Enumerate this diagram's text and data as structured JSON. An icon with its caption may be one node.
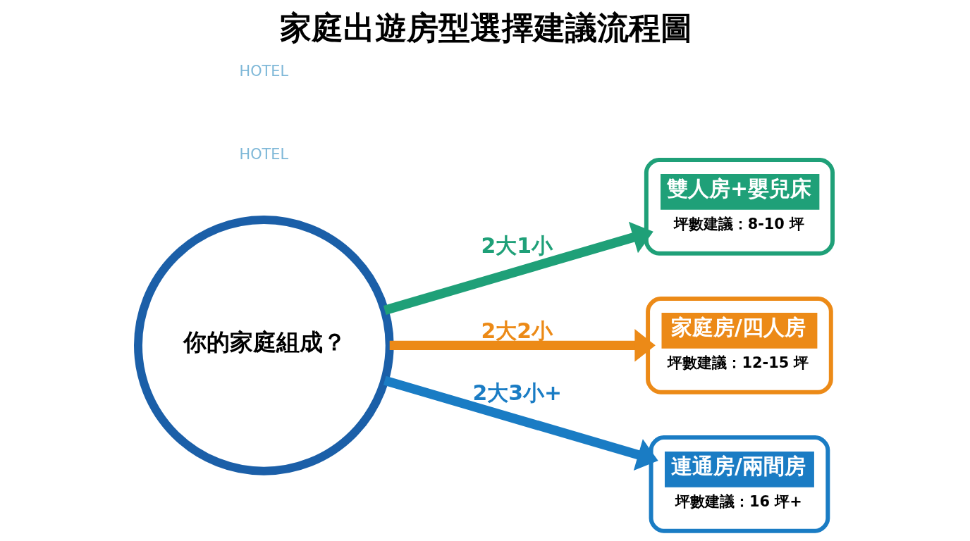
{
  "diagram": {
    "title": "家庭出遊房型選擇建議流程圖",
    "nodes": [
      {
        "text": [
          "你的家庭組成？"
        ]
      },
      {
        "text": [
          "雙人房+嬰兒床",
          "坪數建議：8-10 坪"
        ]
      },
      {
        "text": [
          "家庭房/四人房",
          "坪數建議：12-15 坪"
        ]
      },
      {
        "text": [
          "連通房/兩間房",
          "坪數建議：16 坪+"
        ]
      }
    ],
    "edges": [
      {
        "from": 0,
        "to": 1,
        "arrow": "to",
        "label": "2大1小",
        "color": "#1fa078"
      },
      {
        "from": 0,
        "to": 2,
        "arrow": "to",
        "label": "2大2小",
        "color": "#ec8a17"
      },
      {
        "from": 0,
        "to": 3,
        "arrow": "to",
        "label": "2大3小+",
        "color": "#1a7cc4"
      }
    ],
    "labels": [
      "HOTEL",
      "HOTEL"
    ]
  }
}
